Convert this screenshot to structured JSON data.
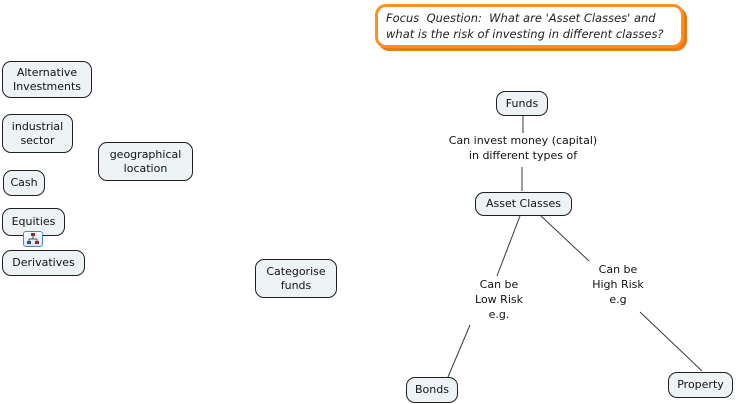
{
  "focus_question": {
    "text": "Focus  Question:  What are 'Asset Classes' and\nwhat is the risk of investing in different classes?"
  },
  "concepts": {
    "alternative_investments": "Alternative\nInvestments",
    "industrial_sector": "industrial\nsector",
    "cash": "Cash",
    "equities": "Equities",
    "derivatives": "Derivatives",
    "geographical_location": "geographical\nlocation",
    "categorise_funds": "Categorise\nfunds",
    "funds": "Funds",
    "asset_classes": "Asset Classes",
    "bonds": "Bonds",
    "property": "Property"
  },
  "linking_phrases": {
    "invest": "Can invest money (capital)\nin different types of",
    "low_risk": "Can be\nLow Risk\ne.g.",
    "high_risk": "Can be\nHigh Risk\ne.g"
  },
  "icons": {
    "equities_resource": "concept-map-icon"
  },
  "colors": {
    "concept_fill": "#edf3f4",
    "concept_border": "#1f1f1f",
    "connector_line": "#3a3a3a",
    "focus_border": "#ff9020",
    "focus_shadow": "#e87a10",
    "resource_icon_border": "#4d86c8"
  }
}
